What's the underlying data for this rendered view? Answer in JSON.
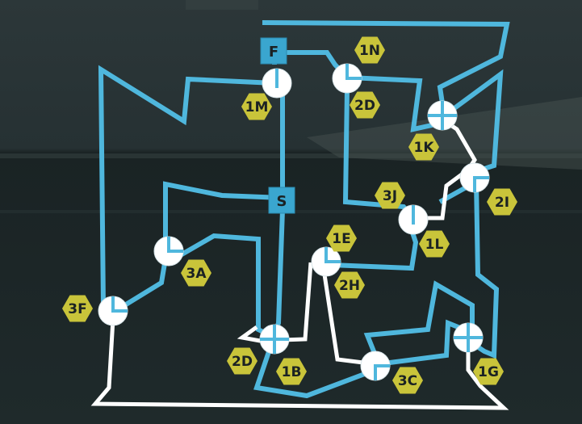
{
  "puzzle": {
    "terminals": {
      "start": {
        "label": "S"
      },
      "finish": {
        "label": "F"
      }
    },
    "nodes": [
      {
        "id": "1N"
      },
      {
        "id": "1M"
      },
      {
        "id": "2D"
      },
      {
        "id": "1K"
      },
      {
        "id": "3J"
      },
      {
        "id": "2I"
      },
      {
        "id": "1L"
      },
      {
        "id": "1E"
      },
      {
        "id": "3A"
      },
      {
        "id": "2H"
      },
      {
        "id": "3F"
      },
      {
        "id": "2D"
      },
      {
        "id": "1B"
      },
      {
        "id": "3C"
      },
      {
        "id": "1G"
      }
    ]
  },
  "colors": {
    "pipe": "#4fb7dd",
    "pipe_active": "#ffffff",
    "badge": "#c9c43a",
    "badge_text": "#1b2223",
    "node": "#ffffff",
    "terminal": "#3aa6cf"
  }
}
